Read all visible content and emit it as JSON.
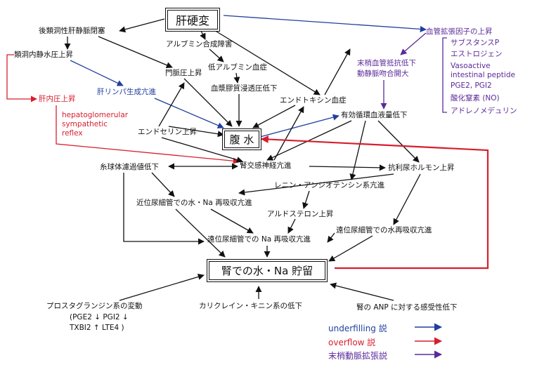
{
  "nodes": {
    "cirrhosis": "肝硬変",
    "postsinusoidal_occlusion": "後類洞性肝静脈閉塞",
    "sinusoidal_pressure_rise": "類洞内静水圧上昇",
    "intrahepatic_pressure_rise": "肝内圧上昇",
    "hepatoglomerular_reflex": [
      "hepatoglomerular",
      "sympathetic",
      "reflex"
    ],
    "albumin_synthesis_impairment": "アルブミン合成障害",
    "hypoalbuminemia": "低アルブミン血症",
    "portal_hypertension": "門脈圧上昇",
    "oncotic_pressure_drop": "血漿膠質浸透圧低下",
    "lymph_production_increase": "肝リンパ生成亢進",
    "endotoxemia": "エンドトキシン血症",
    "endothelin_rise": "エンドセリン上昇",
    "ascites": "腹 水",
    "vasodilator_rise": "血管拡張因子の上昇",
    "vasodilators": [
      "サブスタンスP",
      "エストロジェン",
      "Vasoactive",
      "intestinal peptide",
      "PGE2, PGI2",
      "酸化窒素 (NO)",
      "アドレノメデュリン"
    ],
    "peripheral_resistance_drop": [
      "末梢血管抵抗低下",
      "動静脈吻合開大"
    ],
    "effective_volume_drop": "有効循環血液量低下",
    "renal_sympathetic": "腎交感神経亢進",
    "gfr_drop": "糸球体濾過値低下",
    "adh_rise": "抗利尿ホルモン上昇",
    "raas": "レニン・アンジオテンシン系亢進",
    "proximal_reabsorption": "近位尿細管での水・Na 再吸収亢進",
    "aldosterone_rise": "アルドステロン上昇",
    "distal_water_reabsorption": "遠位尿細管での水再吸収亢進",
    "distal_na_reabsorption": "遠位尿細管での Na 再吸収亢進",
    "renal_retention": "腎での水・Na 貯留",
    "prostaglandin_change": [
      "プロスタグランジン系の変動",
      "(PGE2 ↓ PGI2 ↓",
      "TXBI2 ↑ LTE4 )"
    ],
    "kallikrein_drop": "カリクレイン・キニン系の低下",
    "anp_sensitivity_drop": "腎の ANP に対する感受性低下"
  },
  "legend": [
    {
      "label": "underfilling 説",
      "color": "#203f9e"
    },
    {
      "label": "overflow 説",
      "color": "#d61f2c"
    },
    {
      "label": "末梢動脈拡張説",
      "color": "#5a2a9a"
    }
  ],
  "colors": {
    "black": "#111111",
    "red": "#d61f2c",
    "blue": "#203f9e",
    "purple": "#5a2a9a"
  }
}
